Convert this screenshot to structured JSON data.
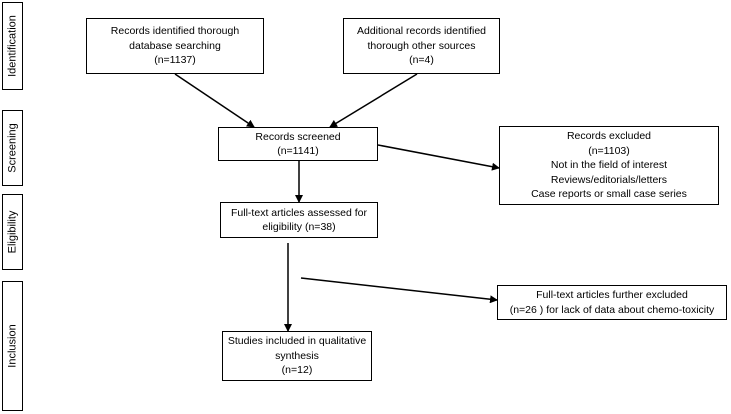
{
  "phases": [
    {
      "label": "Identification"
    },
    {
      "label": "Screening"
    },
    {
      "label": "Eligibility"
    },
    {
      "label": "Inclusion"
    }
  ],
  "boxes": {
    "identified_db": {
      "lines": [
        "Records identified thorough",
        "database searching",
        "(n=1137)"
      ]
    },
    "identified_other": {
      "lines": [
        "Additional records identified",
        "thorough other sources",
        "(n=4)"
      ]
    },
    "screened": {
      "lines": [
        "Records screened",
        "(n=1141)"
      ]
    },
    "excluded": {
      "lines": [
        "Records excluded",
        "(n=1103)",
        "Not in the field of interest",
        "Reviews/editorials/letters",
        "Case reports or small case series"
      ]
    },
    "fulltext": {
      "lines": [
        "Full-text articles assessed for",
        "eligibility (n=38)"
      ]
    },
    "further_excluded": {
      "lines": [
        "Full-text articles further excluded",
        "(n=26 ) for lack of data about chemo-toxicity"
      ]
    },
    "included": {
      "lines": [
        "Studies included in qualitative",
        "synthesis",
        "(n=12)"
      ]
    }
  }
}
